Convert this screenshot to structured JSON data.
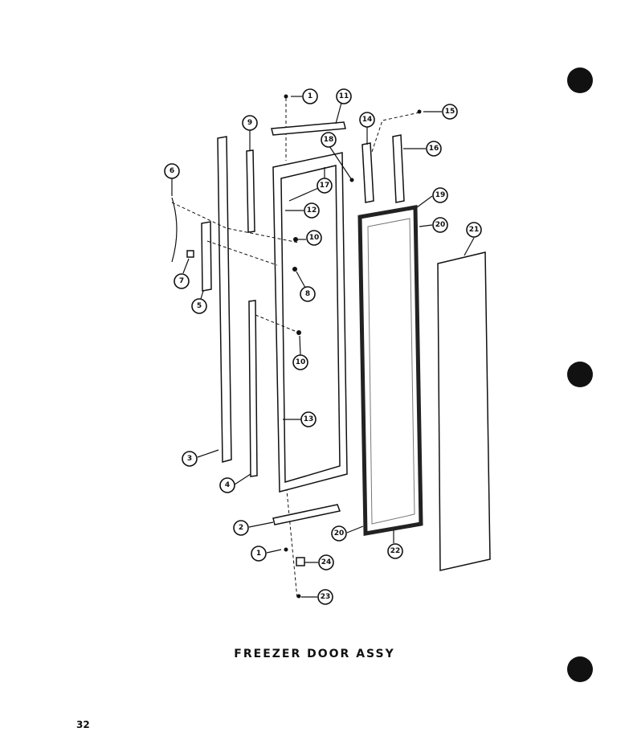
{
  "caption": "FREEZER DOOR ASSY",
  "page_number": "32",
  "callouts": [
    "1",
    "11",
    "9",
    "18",
    "14",
    "15",
    "16",
    "6",
    "17",
    "12",
    "19",
    "20",
    "21",
    "10",
    "7",
    "8",
    "5",
    "10",
    "13",
    "3",
    "4",
    "2",
    "20",
    "22",
    "1",
    "24",
    "23"
  ],
  "colors": {
    "ink": "#111111",
    "paper": "#ffffff"
  }
}
